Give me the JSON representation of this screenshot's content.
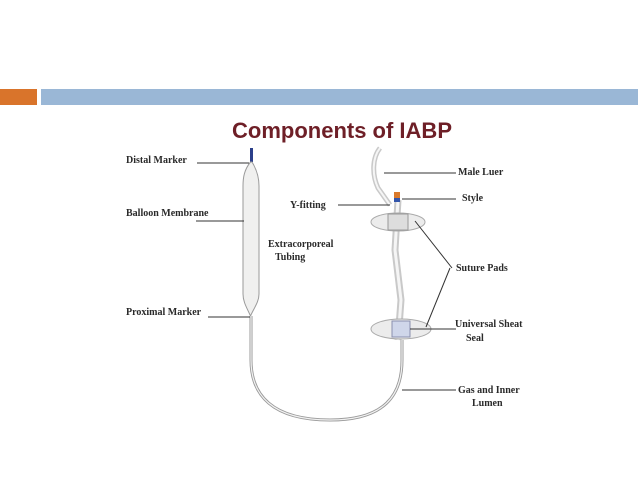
{
  "slide": {
    "title": "Components of IABP",
    "accent_colors": {
      "left_block": "#d9742b",
      "top_bar": "#9ab7d6"
    }
  },
  "labels": {
    "distal_marker": "Distal Marker",
    "balloon_membrane": "Balloon Membrane",
    "proximal_marker": "Proximal Marker",
    "extracorporeal_1": "Extracorporeal",
    "extracorporeal_2": "Tubing",
    "y_fitting": "Y-fitting",
    "male_luer": "Male Luer",
    "style": "Style",
    "suture_pads": "Suture Pads",
    "universal_seal_1": "Universal Sheat",
    "universal_seal_2": "Seal",
    "gas_lumen_1": "Gas and Inner",
    "gas_lumen_2": "Lumen"
  }
}
